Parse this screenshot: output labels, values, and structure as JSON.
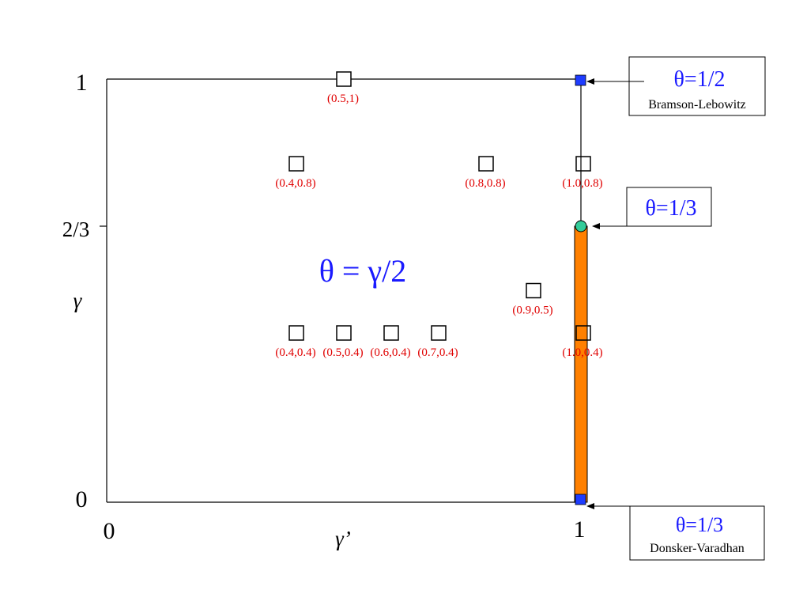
{
  "axes": {
    "x_ticks": [
      {
        "value": 0,
        "label": "0"
      },
      {
        "value": 1,
        "label": "1"
      }
    ],
    "y_ticks": [
      {
        "value": 0,
        "label": "0"
      },
      {
        "value": 0.6667,
        "label": "2/3"
      },
      {
        "value": 1,
        "label": "1"
      }
    ],
    "x_label": "γ’",
    "y_label": "γ"
  },
  "center_formula": "θ = γ/2",
  "points": [
    {
      "label": "(0.5,1)",
      "x": 0.5,
      "y": 1.0
    },
    {
      "label": "(0.4,0.8)",
      "x": 0.4,
      "y": 0.8
    },
    {
      "label": "(0.8,0.8)",
      "x": 0.8,
      "y": 0.8
    },
    {
      "label": "(1.0,0.8)",
      "x": 1.0,
      "y": 0.8
    },
    {
      "label": "(0.9,0.5)",
      "x": 0.9,
      "y": 0.5
    },
    {
      "label": "(0.4,0.4)",
      "x": 0.4,
      "y": 0.4
    },
    {
      "label": "(0.5,0.4)",
      "x": 0.5,
      "y": 0.4
    },
    {
      "label": "(0.6,0.4)",
      "x": 0.6,
      "y": 0.4
    },
    {
      "label": "(0.7,0.4)",
      "x": 0.7,
      "y": 0.4
    },
    {
      "label": "(1.0,0.4)",
      "x": 1.0,
      "y": 0.4
    }
  ],
  "callouts": {
    "top": {
      "theta": "θ=1/2",
      "name": "Bramson-Lebowitz"
    },
    "middle": {
      "theta": "θ=1/3"
    },
    "bottom": {
      "theta": "θ=1/3",
      "name": "Donsker-Varadhan"
    }
  },
  "colors": {
    "theta_text": "#1a1aff",
    "point_label": "#e00000",
    "orange_bar": "#ff8000",
    "blue_square": "#1e3cff",
    "green_circle": "#33cc99",
    "line": "#000000"
  }
}
